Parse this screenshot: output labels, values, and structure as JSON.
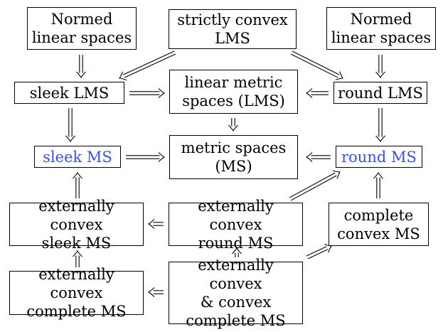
{
  "diagram": {
    "nodes": {
      "normed_left": "Normed\nlinear spaces",
      "strictly_convex_lms": "strictly convex\nLMS",
      "normed_right": "Normed\nlinear spaces",
      "sleek_lms": "sleek LMS",
      "linear_metric_spaces": "linear metric\nspaces (LMS)",
      "round_lms": "round LMS",
      "sleek_ms": "sleek MS",
      "metric_spaces": "metric spaces\n(MS)",
      "round_ms": "round MS",
      "ext_convex_sleek_ms": "externally convex\nsleek MS",
      "ext_convex_round_ms": "externally convex\nround MS",
      "complete_convex_ms": "complete\nconvex MS",
      "ext_convex_complete_ms": "externally convex\ncomplete MS",
      "ext_convex_convex_complete_ms": "externally convex\n& convex\ncomplete MS"
    },
    "edges": [
      {
        "from": "normed_left",
        "to": "sleek_lms"
      },
      {
        "from": "strictly_convex_lms",
        "to": "sleek_lms"
      },
      {
        "from": "strictly_convex_lms",
        "to": "round_lms"
      },
      {
        "from": "normed_right",
        "to": "round_lms"
      },
      {
        "from": "sleek_lms",
        "to": "linear_metric_spaces"
      },
      {
        "from": "round_lms",
        "to": "linear_metric_spaces"
      },
      {
        "from": "sleek_lms",
        "to": "sleek_ms"
      },
      {
        "from": "linear_metric_spaces",
        "to": "metric_spaces"
      },
      {
        "from": "round_lms",
        "to": "round_ms"
      },
      {
        "from": "sleek_ms",
        "to": "metric_spaces"
      },
      {
        "from": "round_ms",
        "to": "metric_spaces"
      },
      {
        "from": "ext_convex_sleek_ms",
        "to": "sleek_ms"
      },
      {
        "from": "ext_convex_round_ms",
        "to": "round_ms"
      },
      {
        "from": "complete_convex_ms",
        "to": "round_ms"
      },
      {
        "from": "ext_convex_round_ms",
        "to": "ext_convex_sleek_ms"
      },
      {
        "from": "ext_convex_complete_ms",
        "to": "ext_convex_sleek_ms"
      },
      {
        "from": "ext_convex_convex_complete_ms",
        "to": "ext_convex_round_ms"
      },
      {
        "from": "ext_convex_convex_complete_ms",
        "to": "ext_convex_complete_ms"
      },
      {
        "from": "ext_convex_convex_complete_ms",
        "to": "complete_convex_ms"
      }
    ],
    "arrow_style": "double-line implication arrow",
    "colors": {
      "border": "#000000",
      "highlight_text": "#3a50d8"
    }
  }
}
